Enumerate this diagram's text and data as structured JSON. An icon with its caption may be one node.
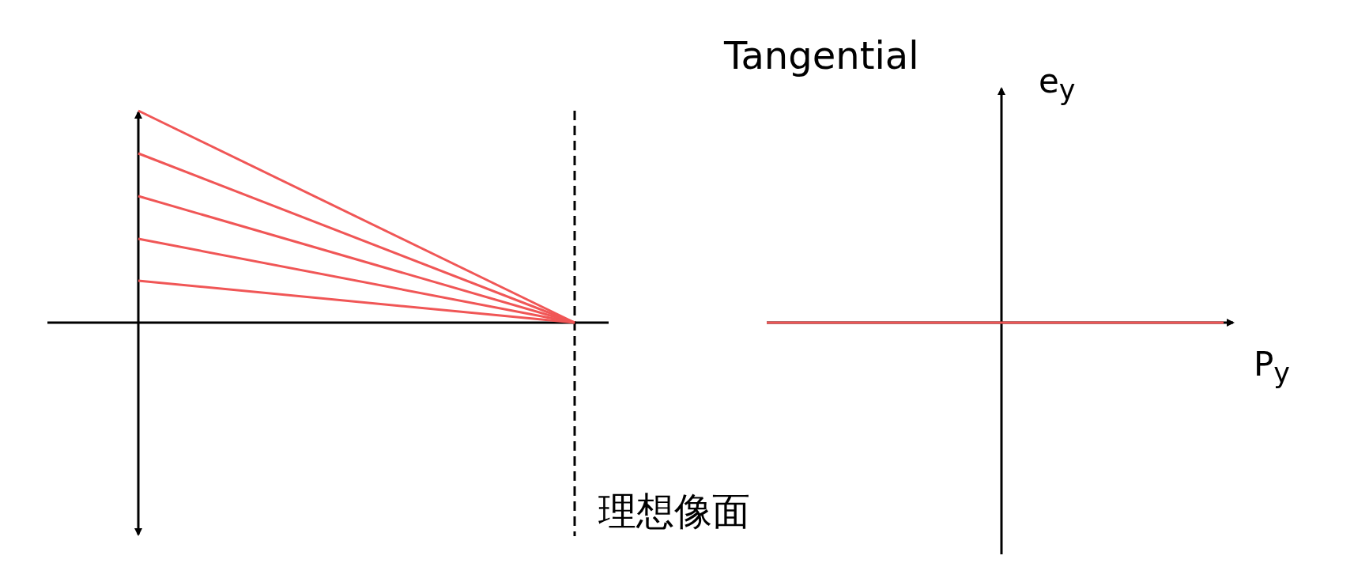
{
  "diagram": {
    "labels": [
      "Tangential",
      "e$_{y}$",
      "P$_{y}$",
      "理想像面"
    ]
  }
}
